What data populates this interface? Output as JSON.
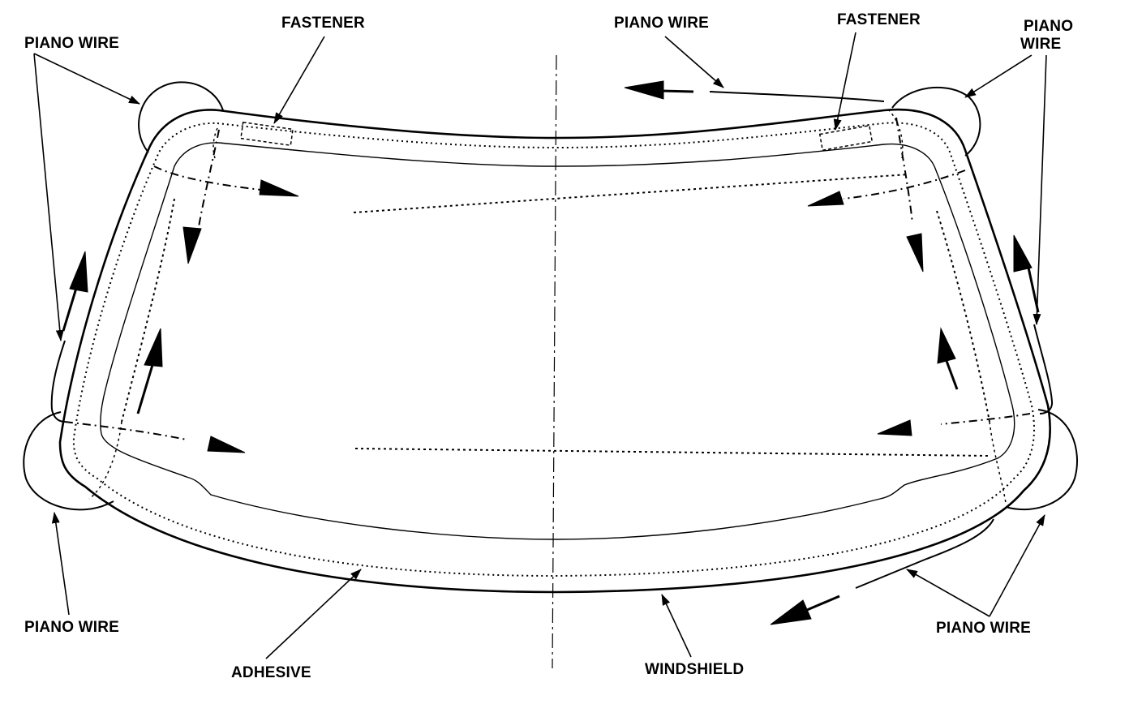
{
  "labels": {
    "fastener_left": "FASTENER",
    "fastener_right": "FASTENER",
    "piano_wire_top_left": "PIANO WIRE",
    "piano_wire_top_center": "PIANO WIRE",
    "piano_wire_top_right_line1": "PIANO",
    "piano_wire_top_right_line2": "WIRE",
    "piano_wire_bottom_left": "PIANO WIRE",
    "piano_wire_bottom_right": "PIANO WIRE",
    "adhesive": "ADHESIVE",
    "windshield": "WINDSHIELD"
  },
  "colors": {
    "ink": "#000000",
    "background": "#ffffff"
  }
}
